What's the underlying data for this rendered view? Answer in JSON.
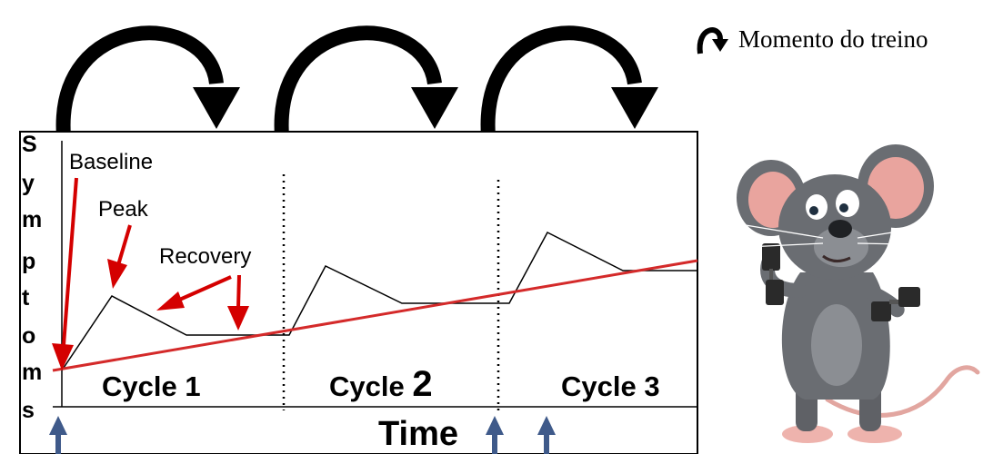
{
  "legend": {
    "icon": "curved-arrow-icon",
    "text": "Momento do treino"
  },
  "chart": {
    "ylabel_letters": [
      "S",
      "y",
      "m",
      "p",
      "t",
      "o",
      "m",
      "s"
    ],
    "xlabel": "Time",
    "annotations": {
      "baseline": "Baseline",
      "peak": "Peak",
      "recovery": "Recovery"
    },
    "cycles": [
      {
        "prefix": "Cycle ",
        "number": "1"
      },
      {
        "prefix": "Cycle ",
        "number": "2"
      },
      {
        "prefix": "Cycle ",
        "number": "3"
      }
    ],
    "colors": {
      "trend": "#d42a2a",
      "arrow_red": "#d40000",
      "time_marker": "#3f5a8a",
      "curve": "#000000"
    }
  },
  "illustration": {
    "subject": "cartoon-mouse-lifting-dumbbells"
  }
}
